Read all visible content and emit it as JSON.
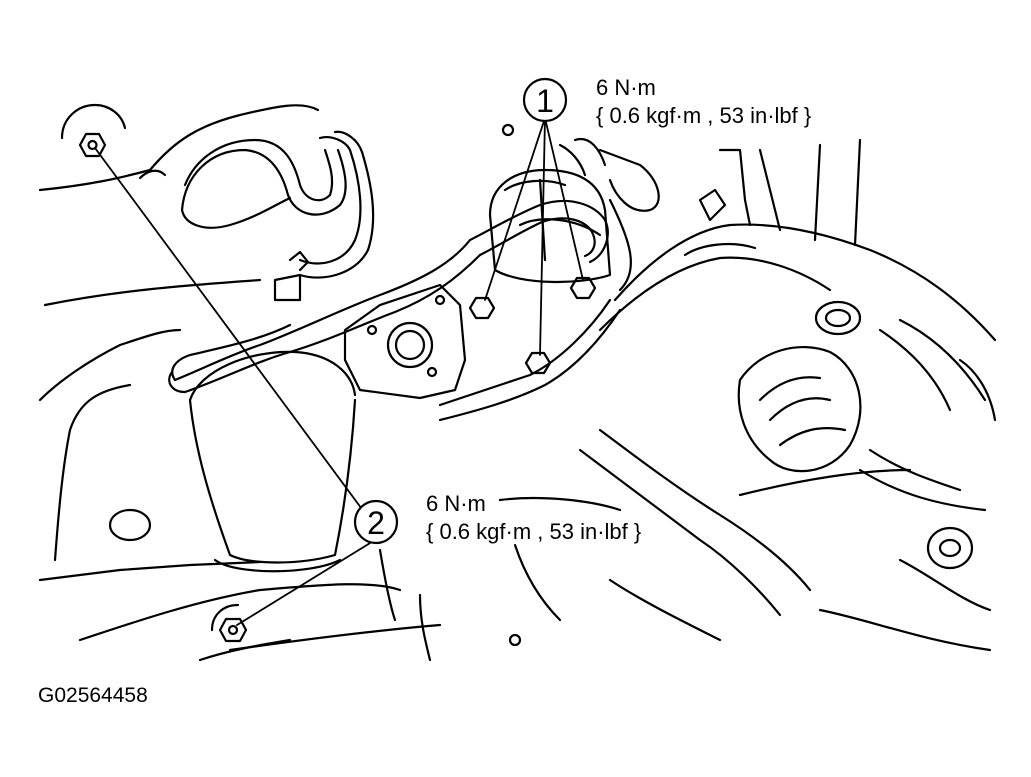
{
  "callouts": [
    {
      "number": "1",
      "torque_nm": "6 N·m",
      "torque_alt": "{ 0.6 kgf·m , 53 in·lbf }"
    },
    {
      "number": "2",
      "torque_nm": "6 N·m",
      "torque_alt": "{ 0.6 kgf·m , 53 in·lbf }"
    }
  ],
  "figure_id": "G02564458",
  "colors": {
    "line": "#000000",
    "background": "#ffffff"
  }
}
